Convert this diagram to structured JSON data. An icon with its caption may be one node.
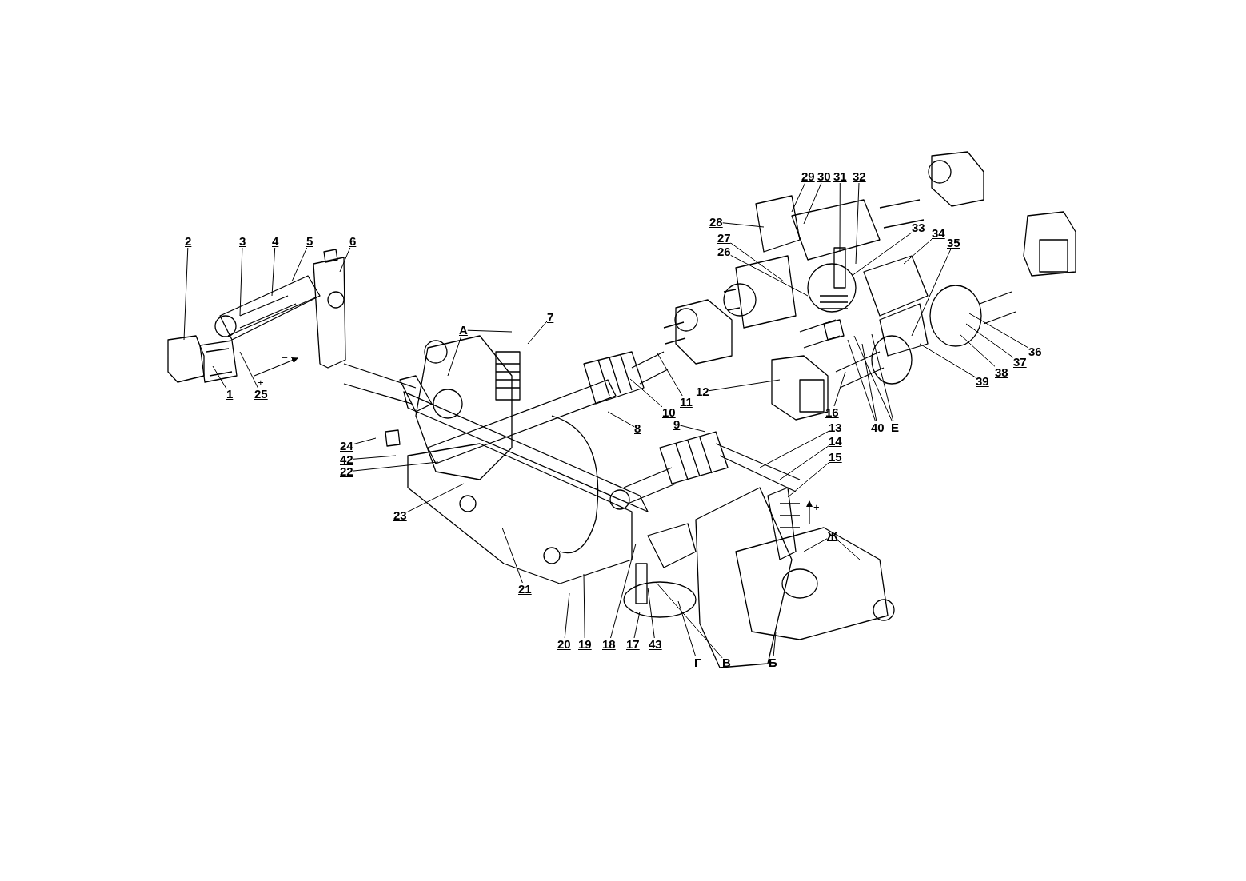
{
  "diagram": {
    "nodes": [
      {
        "text": [
          "1"
        ]
      },
      {
        "text": [
          "2"
        ]
      },
      {
        "text": [
          "3"
        ]
      },
      {
        "text": [
          "4"
        ]
      },
      {
        "text": [
          "5"
        ]
      },
      {
        "text": [
          "6"
        ]
      },
      {
        "text": [
          "25"
        ]
      },
      {
        "text": [
          "А"
        ]
      },
      {
        "text": [
          "7"
        ]
      },
      {
        "text": [
          "8"
        ]
      },
      {
        "text": [
          "9"
        ]
      },
      {
        "text": [
          "10"
        ]
      },
      {
        "text": [
          "11"
        ]
      },
      {
        "text": [
          "12"
        ]
      },
      {
        "text": [
          "13"
        ]
      },
      {
        "text": [
          "14"
        ]
      },
      {
        "text": [
          "15"
        ]
      },
      {
        "text": [
          "16"
        ]
      },
      {
        "text": [
          "17"
        ]
      },
      {
        "text": [
          "43"
        ]
      },
      {
        "text": [
          "Г"
        ]
      },
      {
        "text": [
          "В"
        ]
      },
      {
        "text": [
          "Б"
        ]
      },
      {
        "text": [
          "Ж"
        ]
      },
      {
        "text": [
          "18"
        ]
      },
      {
        "text": [
          "19"
        ]
      },
      {
        "text": [
          "20"
        ]
      },
      {
        "text": [
          "21"
        ]
      },
      {
        "text": [
          "22"
        ]
      },
      {
        "text": [
          "23"
        ]
      },
      {
        "text": [
          "24"
        ]
      },
      {
        "text": [
          "42"
        ]
      },
      {
        "text": [
          "26"
        ]
      },
      {
        "text": [
          "27"
        ]
      },
      {
        "text": [
          "28"
        ]
      },
      {
        "text": [
          "29"
        ]
      },
      {
        "text": [
          "30"
        ]
      },
      {
        "text": [
          "31"
        ]
      },
      {
        "text": [
          "32"
        ]
      },
      {
        "text": [
          "33"
        ]
      },
      {
        "text": [
          "34"
        ]
      },
      {
        "text": [
          "35"
        ]
      },
      {
        "text": [
          "36"
        ]
      },
      {
        "text": [
          "37"
        ]
      },
      {
        "text": [
          "38"
        ]
      },
      {
        "text": [
          "39"
        ]
      },
      {
        "text": [
          "40"
        ]
      },
      {
        "text": [
          "Е"
        ]
      }
    ],
    "edges": [
      {
        "from": 0,
        "to": null,
        "arrow": "none"
      },
      {
        "from": 1,
        "to": null,
        "arrow": "none"
      },
      {
        "from": 2,
        "to": null,
        "arrow": "none"
      },
      {
        "from": 3,
        "to": null,
        "arrow": "none"
      },
      {
        "from": 4,
        "to": null,
        "arrow": "none"
      },
      {
        "from": 5,
        "to": null,
        "arrow": "none"
      },
      {
        "from": 6,
        "to": null,
        "arrow": "none"
      },
      {
        "from": 7,
        "to": null,
        "arrow": "none"
      },
      {
        "from": 7,
        "to": null,
        "arrow": "none"
      },
      {
        "from": 8,
        "to": null,
        "arrow": "none"
      },
      {
        "from": 9,
        "to": null,
        "arrow": "none"
      },
      {
        "from": 10,
        "to": null,
        "arrow": "none"
      },
      {
        "from": 11,
        "to": null,
        "arrow": "none"
      },
      {
        "from": 12,
        "to": null,
        "arrow": "none"
      },
      {
        "from": 13,
        "to": null,
        "arrow": "none"
      },
      {
        "from": 14,
        "to": null,
        "arrow": "none"
      },
      {
        "from": 15,
        "to": null,
        "arrow": "none"
      },
      {
        "from": 16,
        "to": null,
        "arrow": "none"
      },
      {
        "from": 17,
        "to": null,
        "arrow": "none"
      },
      {
        "from": 18,
        "to": null,
        "arrow": "none"
      },
      {
        "from": 19,
        "to": null,
        "arrow": "none"
      },
      {
        "from": 20,
        "to": null,
        "arrow": "none"
      },
      {
        "from": 21,
        "to": null,
        "arrow": "none"
      },
      {
        "from": 22,
        "to": null,
        "arrow": "none"
      },
      {
        "from": 23,
        "to": null,
        "arrow": "none"
      },
      {
        "from": 23,
        "to": null,
        "arrow": "none"
      },
      {
        "from": 24,
        "to": null,
        "arrow": "none"
      },
      {
        "from": 25,
        "to": null,
        "arrow": "none"
      },
      {
        "from": 26,
        "to": null,
        "arrow": "none"
      },
      {
        "from": 27,
        "to": null,
        "arrow": "none"
      },
      {
        "from": 28,
        "to": null,
        "arrow": "none"
      },
      {
        "from": 29,
        "to": null,
        "arrow": "none"
      },
      {
        "from": 30,
        "to": null,
        "arrow": "none"
      },
      {
        "from": 31,
        "to": null,
        "arrow": "none"
      },
      {
        "from": 32,
        "to": null,
        "arrow": "none"
      },
      {
        "from": 33,
        "to": null,
        "arrow": "none"
      },
      {
        "from": 34,
        "to": null,
        "arrow": "none"
      },
      {
        "from": 35,
        "to": null,
        "arrow": "none"
      },
      {
        "from": 36,
        "to": null,
        "arrow": "none"
      },
      {
        "from": 37,
        "to": null,
        "arrow": "none"
      },
      {
        "from": 38,
        "to": null,
        "arrow": "none"
      },
      {
        "from": 39,
        "to": null,
        "arrow": "none"
      },
      {
        "from": 40,
        "to": null,
        "arrow": "none"
      },
      {
        "from": 41,
        "to": null,
        "arrow": "none"
      },
      {
        "from": 42,
        "to": null,
        "arrow": "none"
      },
      {
        "from": 43,
        "to": null,
        "arrow": "none"
      },
      {
        "from": 44,
        "to": null,
        "arrow": "none"
      },
      {
        "from": 45,
        "to": null,
        "arrow": "none"
      },
      {
        "from": 46,
        "to": null,
        "arrow": "none"
      },
      {
        "from": 46,
        "to": null,
        "arrow": "none"
      },
      {
        "from": 47,
        "to": null,
        "arrow": "none"
      },
      {
        "from": 47,
        "to": null,
        "arrow": "none"
      }
    ],
    "labels": [
      "+",
      "–",
      "+",
      "–"
    ]
  }
}
